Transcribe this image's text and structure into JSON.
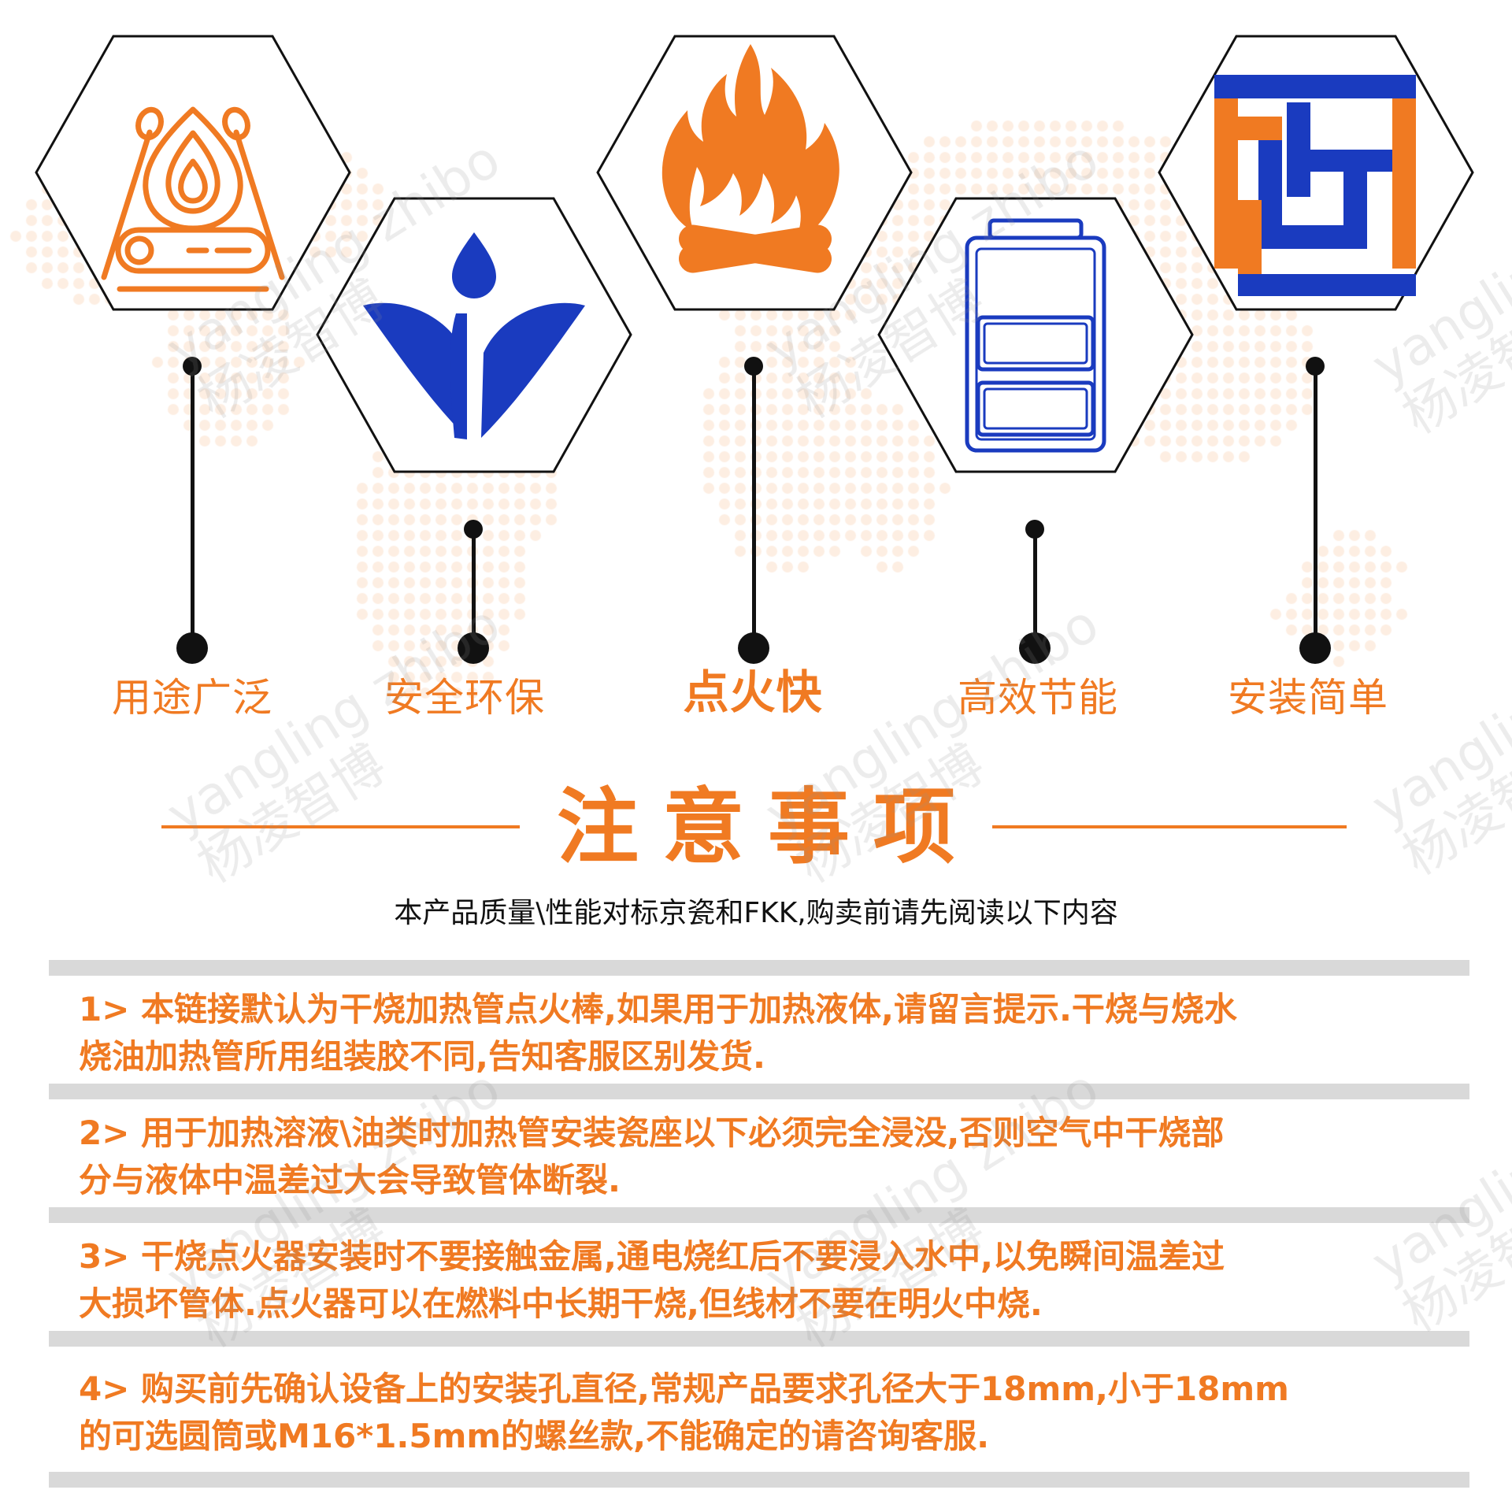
{
  "features": [
    {
      "label": "用途广泛",
      "icon": "campfire-marshmallow-icon"
    },
    {
      "label": "安全环保",
      "icon": "water-drop-leaf-icon"
    },
    {
      "label": "点火快",
      "icon": "flame-icon"
    },
    {
      "label": "高效节能",
      "icon": "battery-icon"
    },
    {
      "label": "安装简单",
      "icon": "install-frame-icon"
    }
  ],
  "notice": {
    "title": "注意事项",
    "subtitle": "本产品质量\\性能对标京瓷和FKK,购卖前请先阅读以下内容",
    "items": [
      {
        "line1": "1> 本链接默认为干烧加热管点火棒,如果用于加热液体,请留言提示.干烧与烧水",
        "line2": "烧油加热管所用组装胶不同,告知客服区别发货."
      },
      {
        "line1": "2> 用于加热溶液\\油类时加热管安装瓷座以下必须完全浸没,否则空气中干烧部",
        "line2": "分与液体中温差过大会导致管体断裂."
      },
      {
        "line1": "3> 干烧点火器安装时不要接触金属,通电烧红后不要浸入水中,以免瞬间温差过",
        "line2": "大损坏管体.点火器可以在燃料中长期干烧,但线材不要在明火中烧."
      },
      {
        "line1": "4> 购买前先确认设备上的安装孔直径,常规产品要求孔径大于18mm,小于18mm",
        "line2": "的可选圆筒或M16*1.5mm的螺丝款,不能确定的请咨询客服."
      }
    ]
  },
  "watermark": {
    "line1": "yangling zhibo",
    "line2": "杨凌智博"
  },
  "colors": {
    "orange": "#f07a22",
    "blue": "#1a3bbf",
    "line": "#111111",
    "separator": "#d9d9d9"
  }
}
